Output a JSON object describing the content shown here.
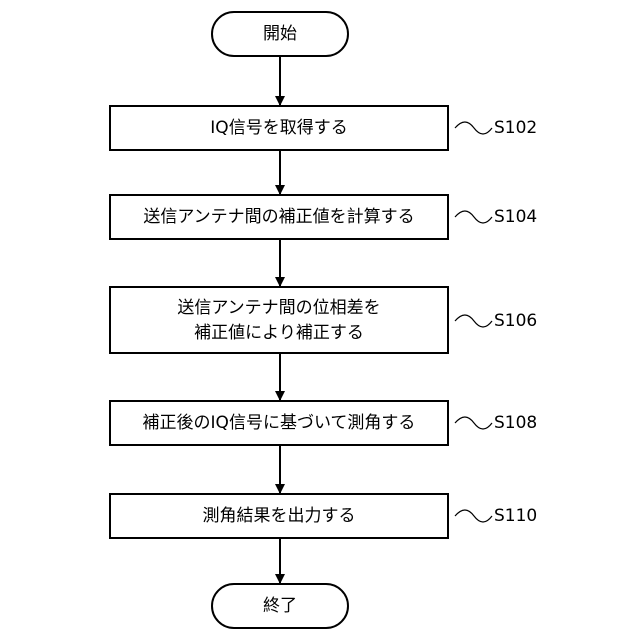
{
  "flowchart": {
    "start": {
      "text": "開始"
    },
    "steps": [
      {
        "lines": [
          "IQ信号を取得する"
        ],
        "label": "S102"
      },
      {
        "lines": [
          "送信アンテナ間の補正値を計算する"
        ],
        "label": "S104"
      },
      {
        "lines": [
          "送信アンテナ間の位相差を",
          "補正値により補正する"
        ],
        "label": "S106"
      },
      {
        "lines": [
          "補正後のIQ信号に基づいて測角する"
        ],
        "label": "S108"
      },
      {
        "lines": [
          "測角結果を出力する"
        ],
        "label": "S110"
      }
    ],
    "end": {
      "text": "終了"
    }
  }
}
